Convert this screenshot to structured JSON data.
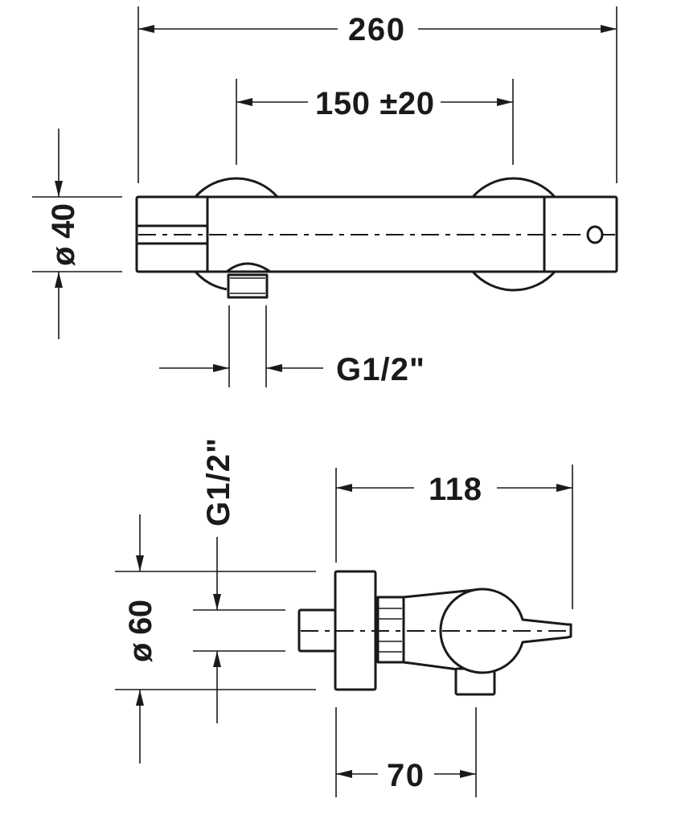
{
  "title": "Thermostatic shower mixer dimension drawing",
  "dimensions": {
    "overall_length": "260",
    "connection_spacing": "150 ±20",
    "body_diameter": "ø 40",
    "outlet_thread_top": "G1/2\"",
    "projection": "118",
    "rosette_diameter": "ø 60",
    "outlet_thread_side": "G1/2\"",
    "outlet_offset": "70"
  }
}
